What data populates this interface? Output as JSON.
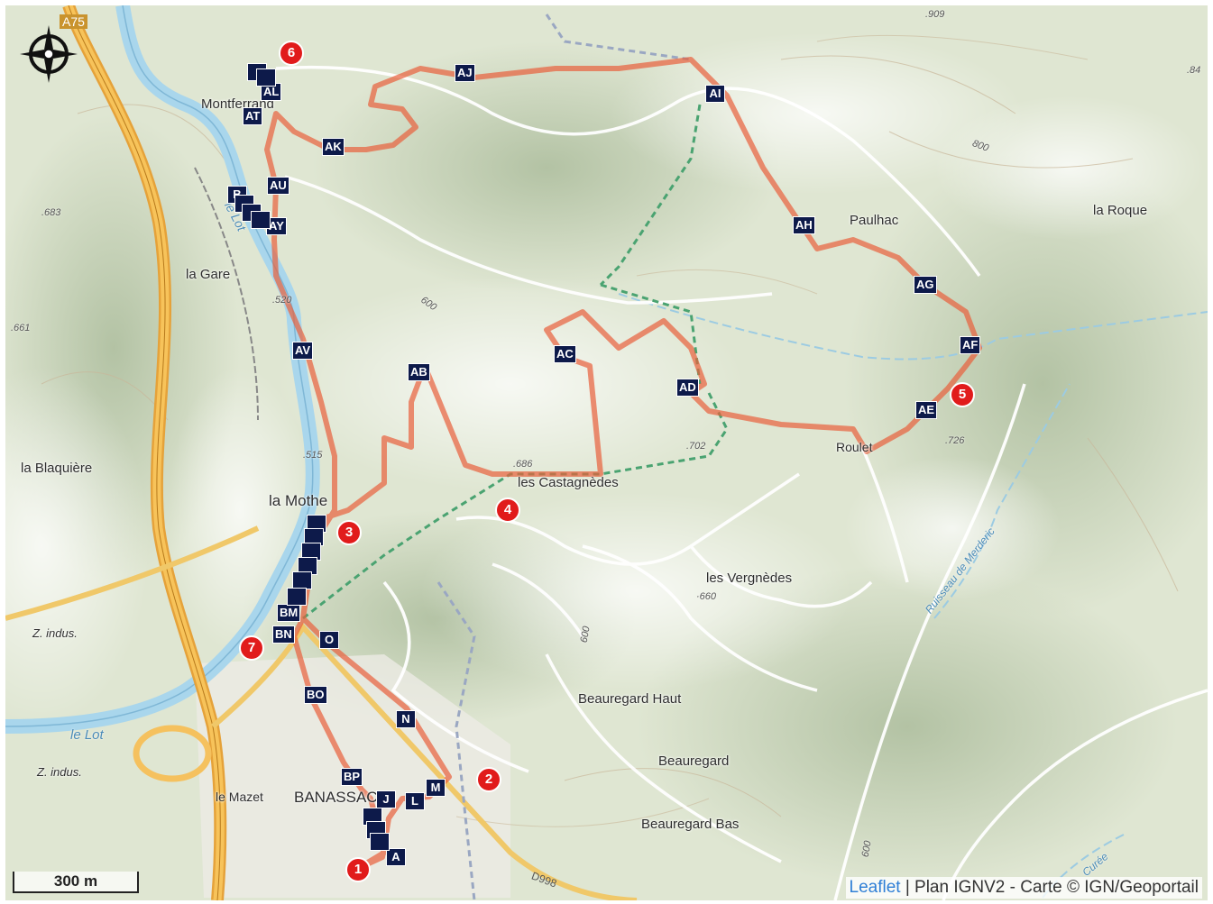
{
  "map": {
    "places": [
      {
        "id": "montferrand",
        "text": "Montferrand"
      },
      {
        "id": "la-gare",
        "text": "la Gare"
      },
      {
        "id": "la-blaquiere",
        "text": "la Blaquière"
      },
      {
        "id": "la-mothe",
        "text": "la Mothe"
      },
      {
        "id": "les-castagnedes",
        "text": "les Castagnèdes"
      },
      {
        "id": "les-vergnedes",
        "text": "les Vergnèdes"
      },
      {
        "id": "paulhac",
        "text": "Paulhac"
      },
      {
        "id": "la-roque",
        "text": "la Roque"
      },
      {
        "id": "roulet",
        "text": "Roulet"
      },
      {
        "id": "beauregard-haut",
        "text": "Beauregard Haut"
      },
      {
        "id": "beauregard",
        "text": "Beauregard"
      },
      {
        "id": "beauregard-bas",
        "text": "Beauregard Bas"
      },
      {
        "id": "banassac",
        "text": "BANASSAC"
      },
      {
        "id": "le-mazet",
        "text": "le Mazet"
      },
      {
        "id": "z-indus-1",
        "text": "Z. indus."
      },
      {
        "id": "z-indus-2",
        "text": "Z. indus."
      }
    ],
    "water": [
      {
        "id": "le-lot-1",
        "text": "le Lot"
      },
      {
        "id": "le-lot-2",
        "text": "le Lot"
      },
      {
        "id": "ruisseau",
        "text": "Ruisseau de Merderic"
      },
      {
        "id": "curee",
        "text": "Curée"
      }
    ],
    "altitudes": [
      ".909",
      ".84",
      "800",
      ".683",
      ".661",
      "600",
      ".520",
      ".515",
      ".686",
      ".702",
      ".726",
      "·660",
      "600",
      "600"
    ],
    "roads": {
      "a75": "A75",
      "d998": "D998"
    },
    "waypoints": [
      "AJ",
      "AI",
      "AK",
      "AH",
      "AG",
      "AF",
      "AE",
      "AD",
      "AC",
      "AB",
      "AT",
      "AL",
      "AU",
      "AY",
      "AV",
      "BM",
      "BN",
      "BO",
      "O",
      "N",
      "M",
      "L",
      "J",
      "BP",
      "A",
      "B"
    ],
    "numbered_markers": [
      "1",
      "2",
      "3",
      "4",
      "5",
      "6",
      "7"
    ],
    "route_color": "#e8603c",
    "marker_color": "#e11b1b",
    "waypoint_color": "#0d1a4a",
    "compass_icon": "compass-rose-icon",
    "scale": "300 m",
    "attribution": {
      "leaflet": "Leaflet",
      "rest": " | Plan IGNV2 - Carte © IGN/Geoportail"
    }
  }
}
